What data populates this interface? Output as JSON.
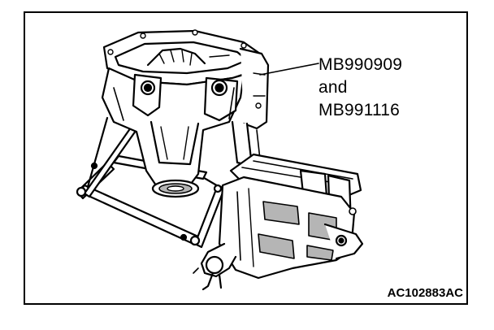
{
  "callout": {
    "line1": "MB990909",
    "line2": "and",
    "line3": "MB991116"
  },
  "figure_code": "AC102883AC",
  "colors": {
    "ink": "#000000",
    "paper": "#ffffff",
    "shade": "#b5b5b5"
  },
  "icons": {
    "illustration": "differential-carrier-in-vise-drawing"
  }
}
